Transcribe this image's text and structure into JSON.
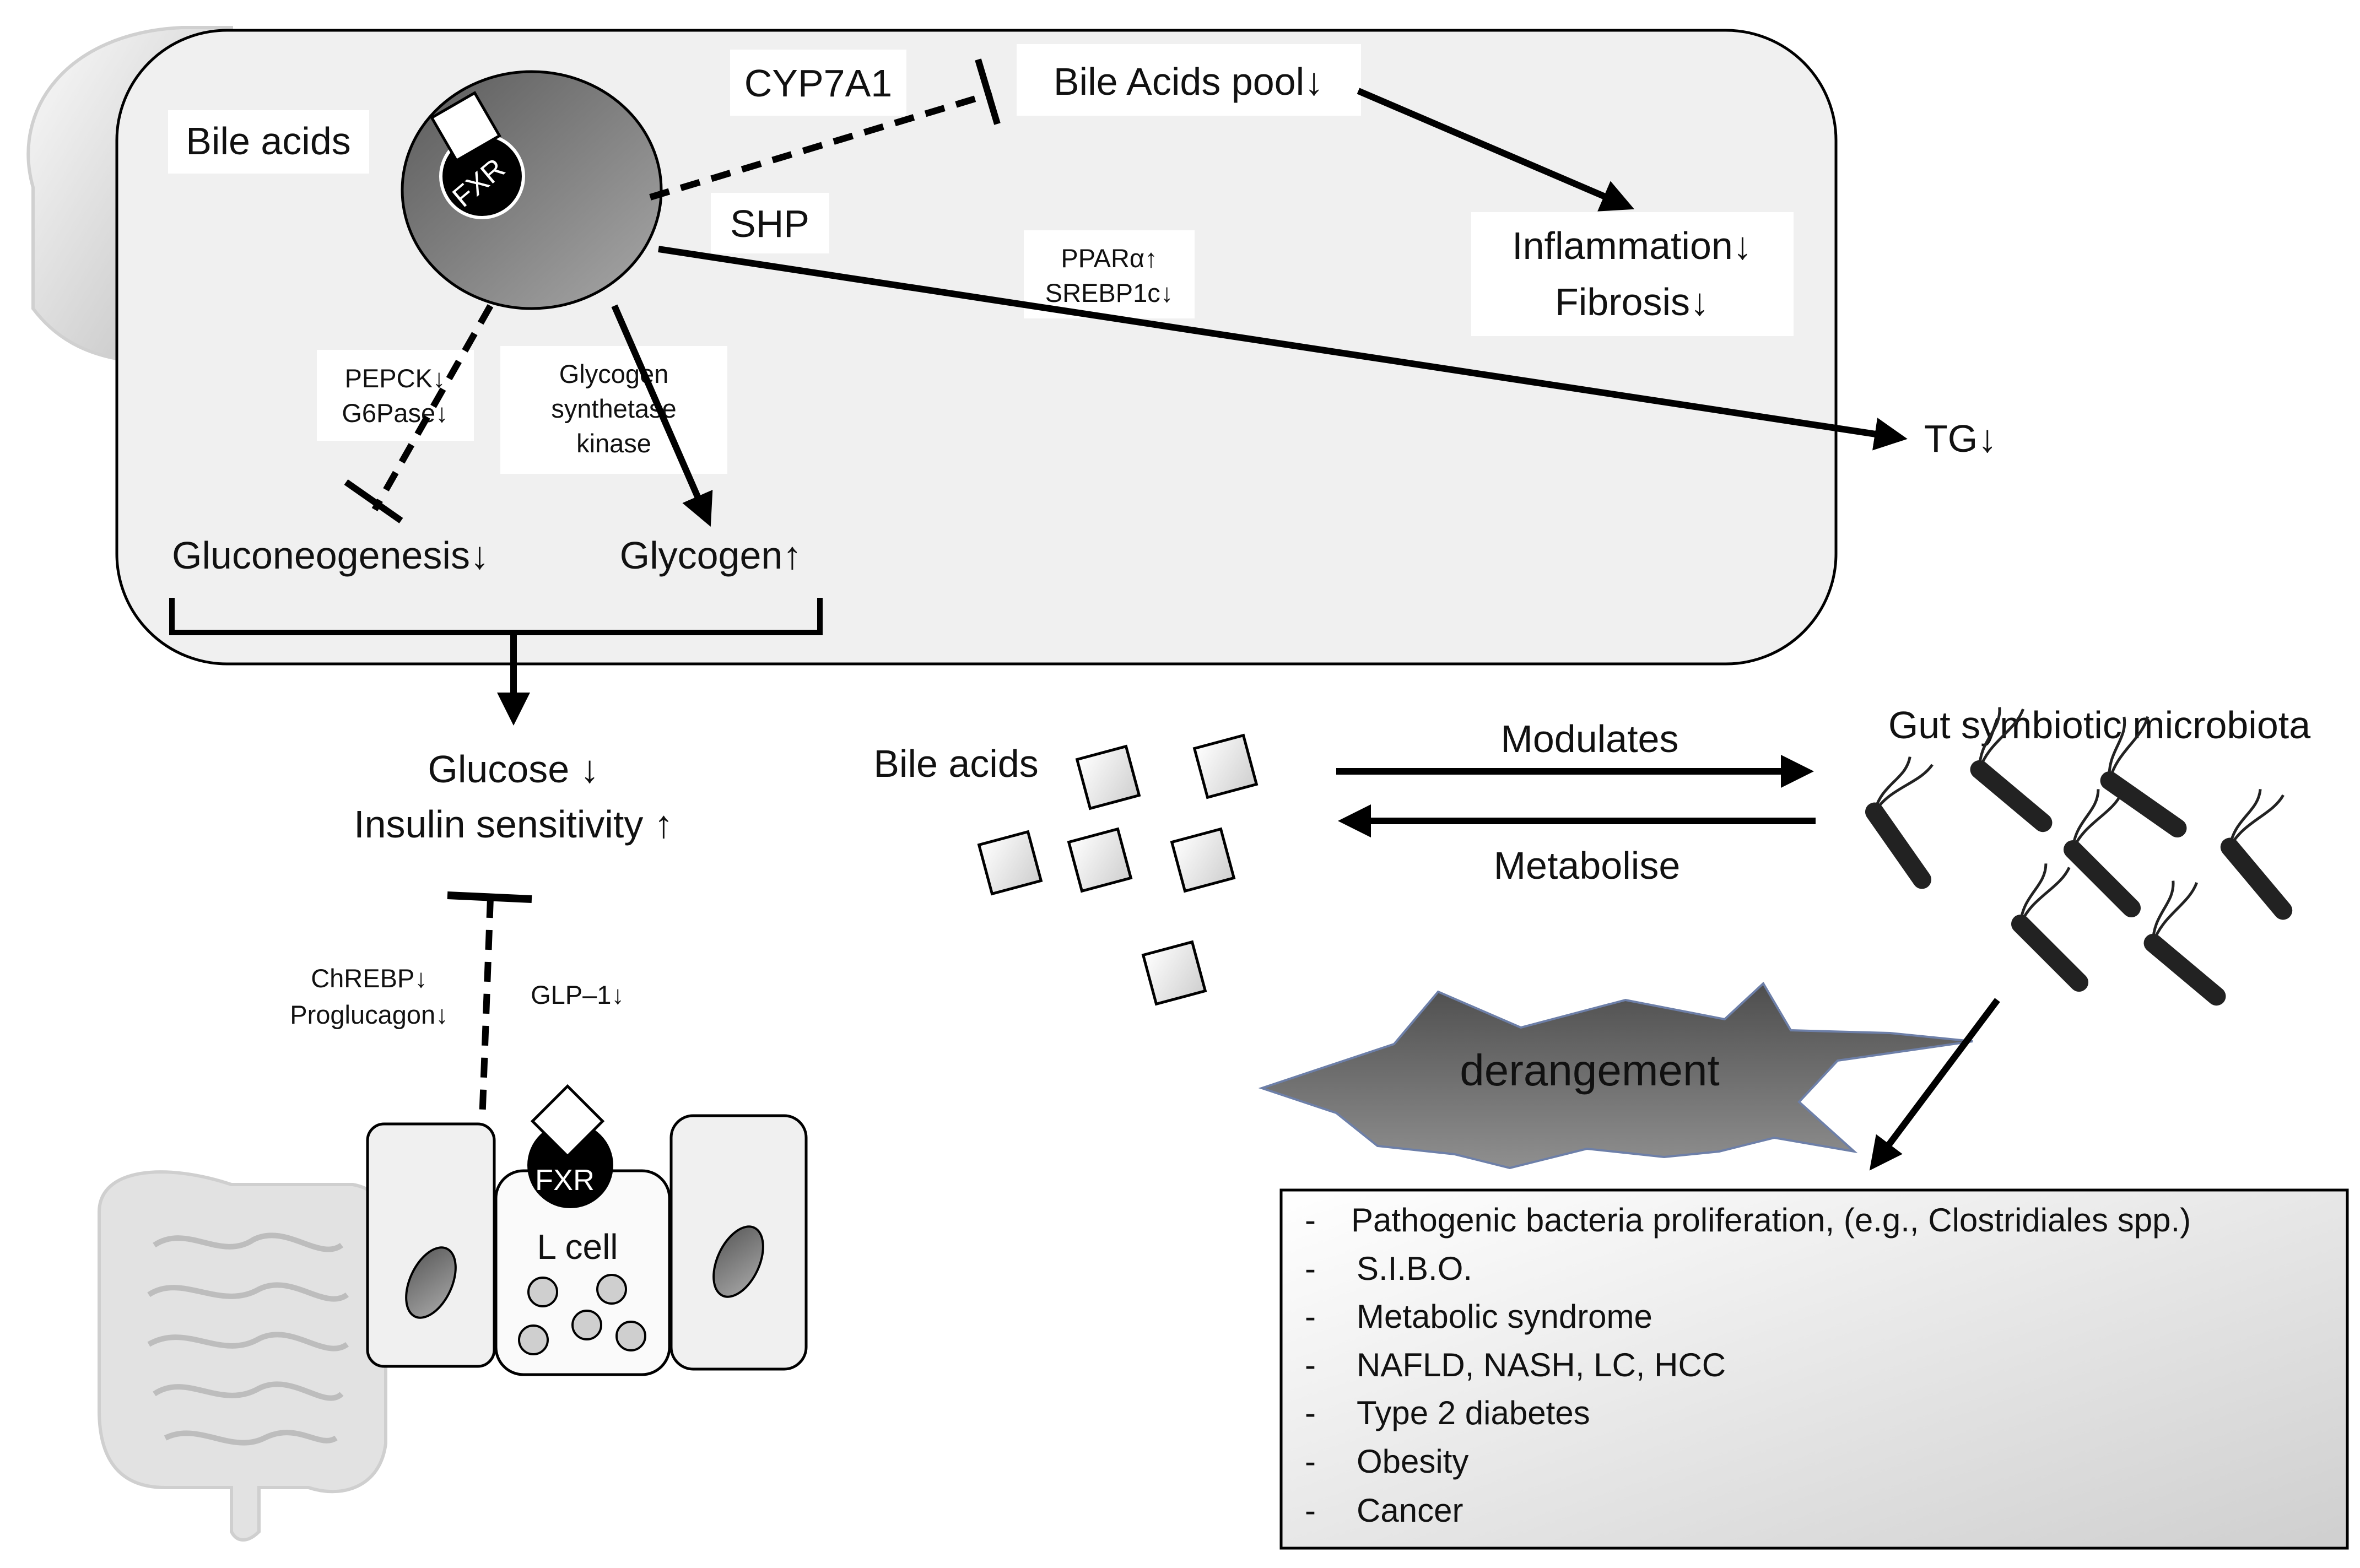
{
  "liver": {
    "bile_acids": "Bile acids",
    "fxr": "FXR",
    "cyp7a1": "CYP7A1",
    "bile_pool": "Bile Acids pool↓",
    "shp": "SHP",
    "inflammation": "Inflammation↓",
    "fibrosis": "Fibrosis↓",
    "ppar": "PPARα↑",
    "srebp": "SREBP1c↓",
    "tg": "TG↓",
    "pepck": "PEPCK↓",
    "g6pase": "G6Pase↓",
    "gsk_line1": "Glycogen",
    "gsk_line2": "synthetase",
    "gsk_line3": "kinase",
    "gluconeogenesis": "Gluconeogenesis↓",
    "glycogen": "Glycogen↑"
  },
  "systemic": {
    "glucose": "Glucose ↓",
    "insulin": "Insulin sensitivity ↑"
  },
  "intestine": {
    "chrebp": "ChREBP↓",
    "proglucagon": "Proglucagon↓",
    "glp1": "GLP–1↓",
    "fxr": "FXR",
    "l_cell": "L cell"
  },
  "gut": {
    "bile_acids": "Bile acids",
    "modulates": "Modulates",
    "metabolise": "Metabolise",
    "microbiota": "Gut symbiotic microbiota",
    "derangement": "derangement",
    "dash": "-",
    "conditions": [
      "Pathogenic bacteria proliferation, (e.g., Clostridiales spp.)",
      "S.I.B.O.",
      "Metabolic syndrome",
      "NAFLD, NASH, LC, HCC",
      "Type 2 diabetes",
      "Obesity",
      "Cancer"
    ]
  },
  "colors": {
    "liver_panel": "#f0f0f0",
    "nucleus": "#7a7a7a",
    "list_box": "#e4e4e4",
    "starburst": "#6d6d6d"
  }
}
